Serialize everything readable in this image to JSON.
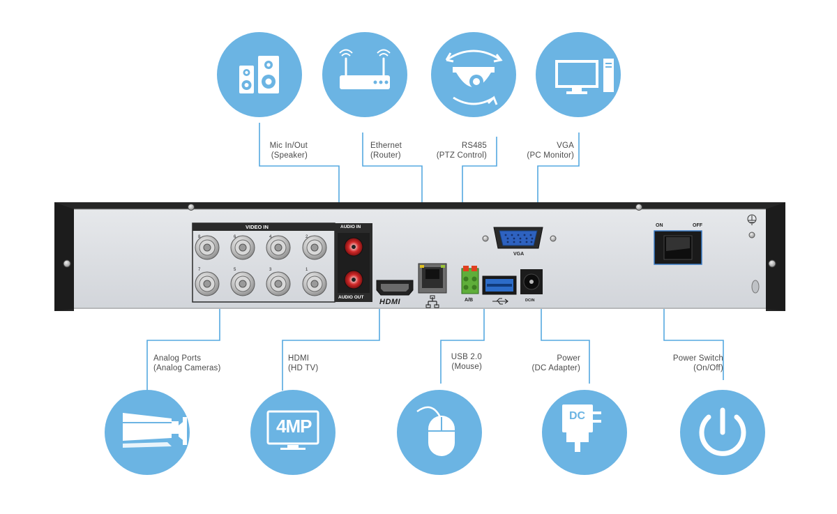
{
  "colors": {
    "circle": "#6bb4e3",
    "line": "#55a8e0",
    "chassis": "#262626",
    "panel": "#dcdee2"
  },
  "callouts": [
    {
      "id": "mic",
      "line1": "Mic In/Out",
      "line2": "(Speaker)",
      "icon": "speaker-icon"
    },
    {
      "id": "ethernet",
      "line1": "Ethernet",
      "line2": "(Router)",
      "icon": "router-icon"
    },
    {
      "id": "rs485",
      "line1": "RS485",
      "line2": "(PTZ Control)",
      "icon": "ptz-camera-icon"
    },
    {
      "id": "vga",
      "line1": "VGA",
      "line2": "(PC Monitor)",
      "icon": "pc-monitor-icon"
    },
    {
      "id": "analog",
      "line1": "Analog Ports",
      "line2": "(Analog Cameras)",
      "icon": "bullet-camera-icon"
    },
    {
      "id": "hdmi",
      "line1": "HDMI",
      "line2": "(HD TV)",
      "icon": "tv-4mp-icon"
    },
    {
      "id": "usb",
      "line1": "USB 2.0",
      "line2": "(Mouse)",
      "icon": "mouse-icon"
    },
    {
      "id": "power",
      "line1": "Power",
      "line2": "(DC Adapter)",
      "icon": "dc-adapter-icon"
    },
    {
      "id": "switch",
      "line1": "Power Switch",
      "line2": "(On/Off)",
      "icon": "power-icon"
    }
  ],
  "panel": {
    "video_in": "VIDEO IN",
    "audio_in": "AUDIO IN",
    "audio_out": "AUDIO OUT",
    "vga": "VGA",
    "hdmi": "HDMI",
    "ab": "A/B",
    "dcin": "DCIN",
    "on": "ON",
    "off": "OFF",
    "bnc_numbers_top": [
      "8",
      "6",
      "4",
      "2"
    ],
    "bnc_numbers_bottom": [
      "7",
      "5",
      "3",
      "1"
    ],
    "tv_text": "4MP",
    "dc_text": "DC"
  }
}
